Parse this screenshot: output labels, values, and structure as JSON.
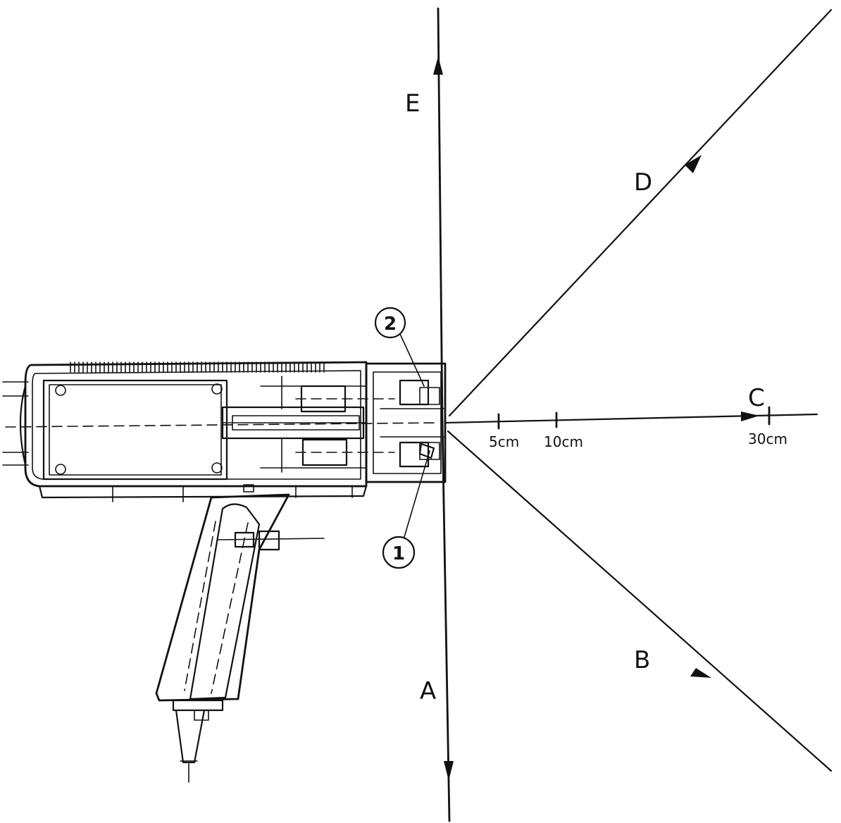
{
  "rays": {
    "A": {
      "label": "A"
    },
    "B": {
      "label": "B"
    },
    "C": {
      "label": "C"
    },
    "D": {
      "label": "D"
    },
    "E": {
      "label": "E"
    }
  },
  "distance_marks": [
    {
      "label": "5cm"
    },
    {
      "label": "10cm"
    },
    {
      "label": "30cm"
    }
  ],
  "callouts": [
    {
      "label": "1"
    },
    {
      "label": "2"
    }
  ],
  "colors": {
    "ink": "#111111",
    "paper": "#ffffff"
  }
}
